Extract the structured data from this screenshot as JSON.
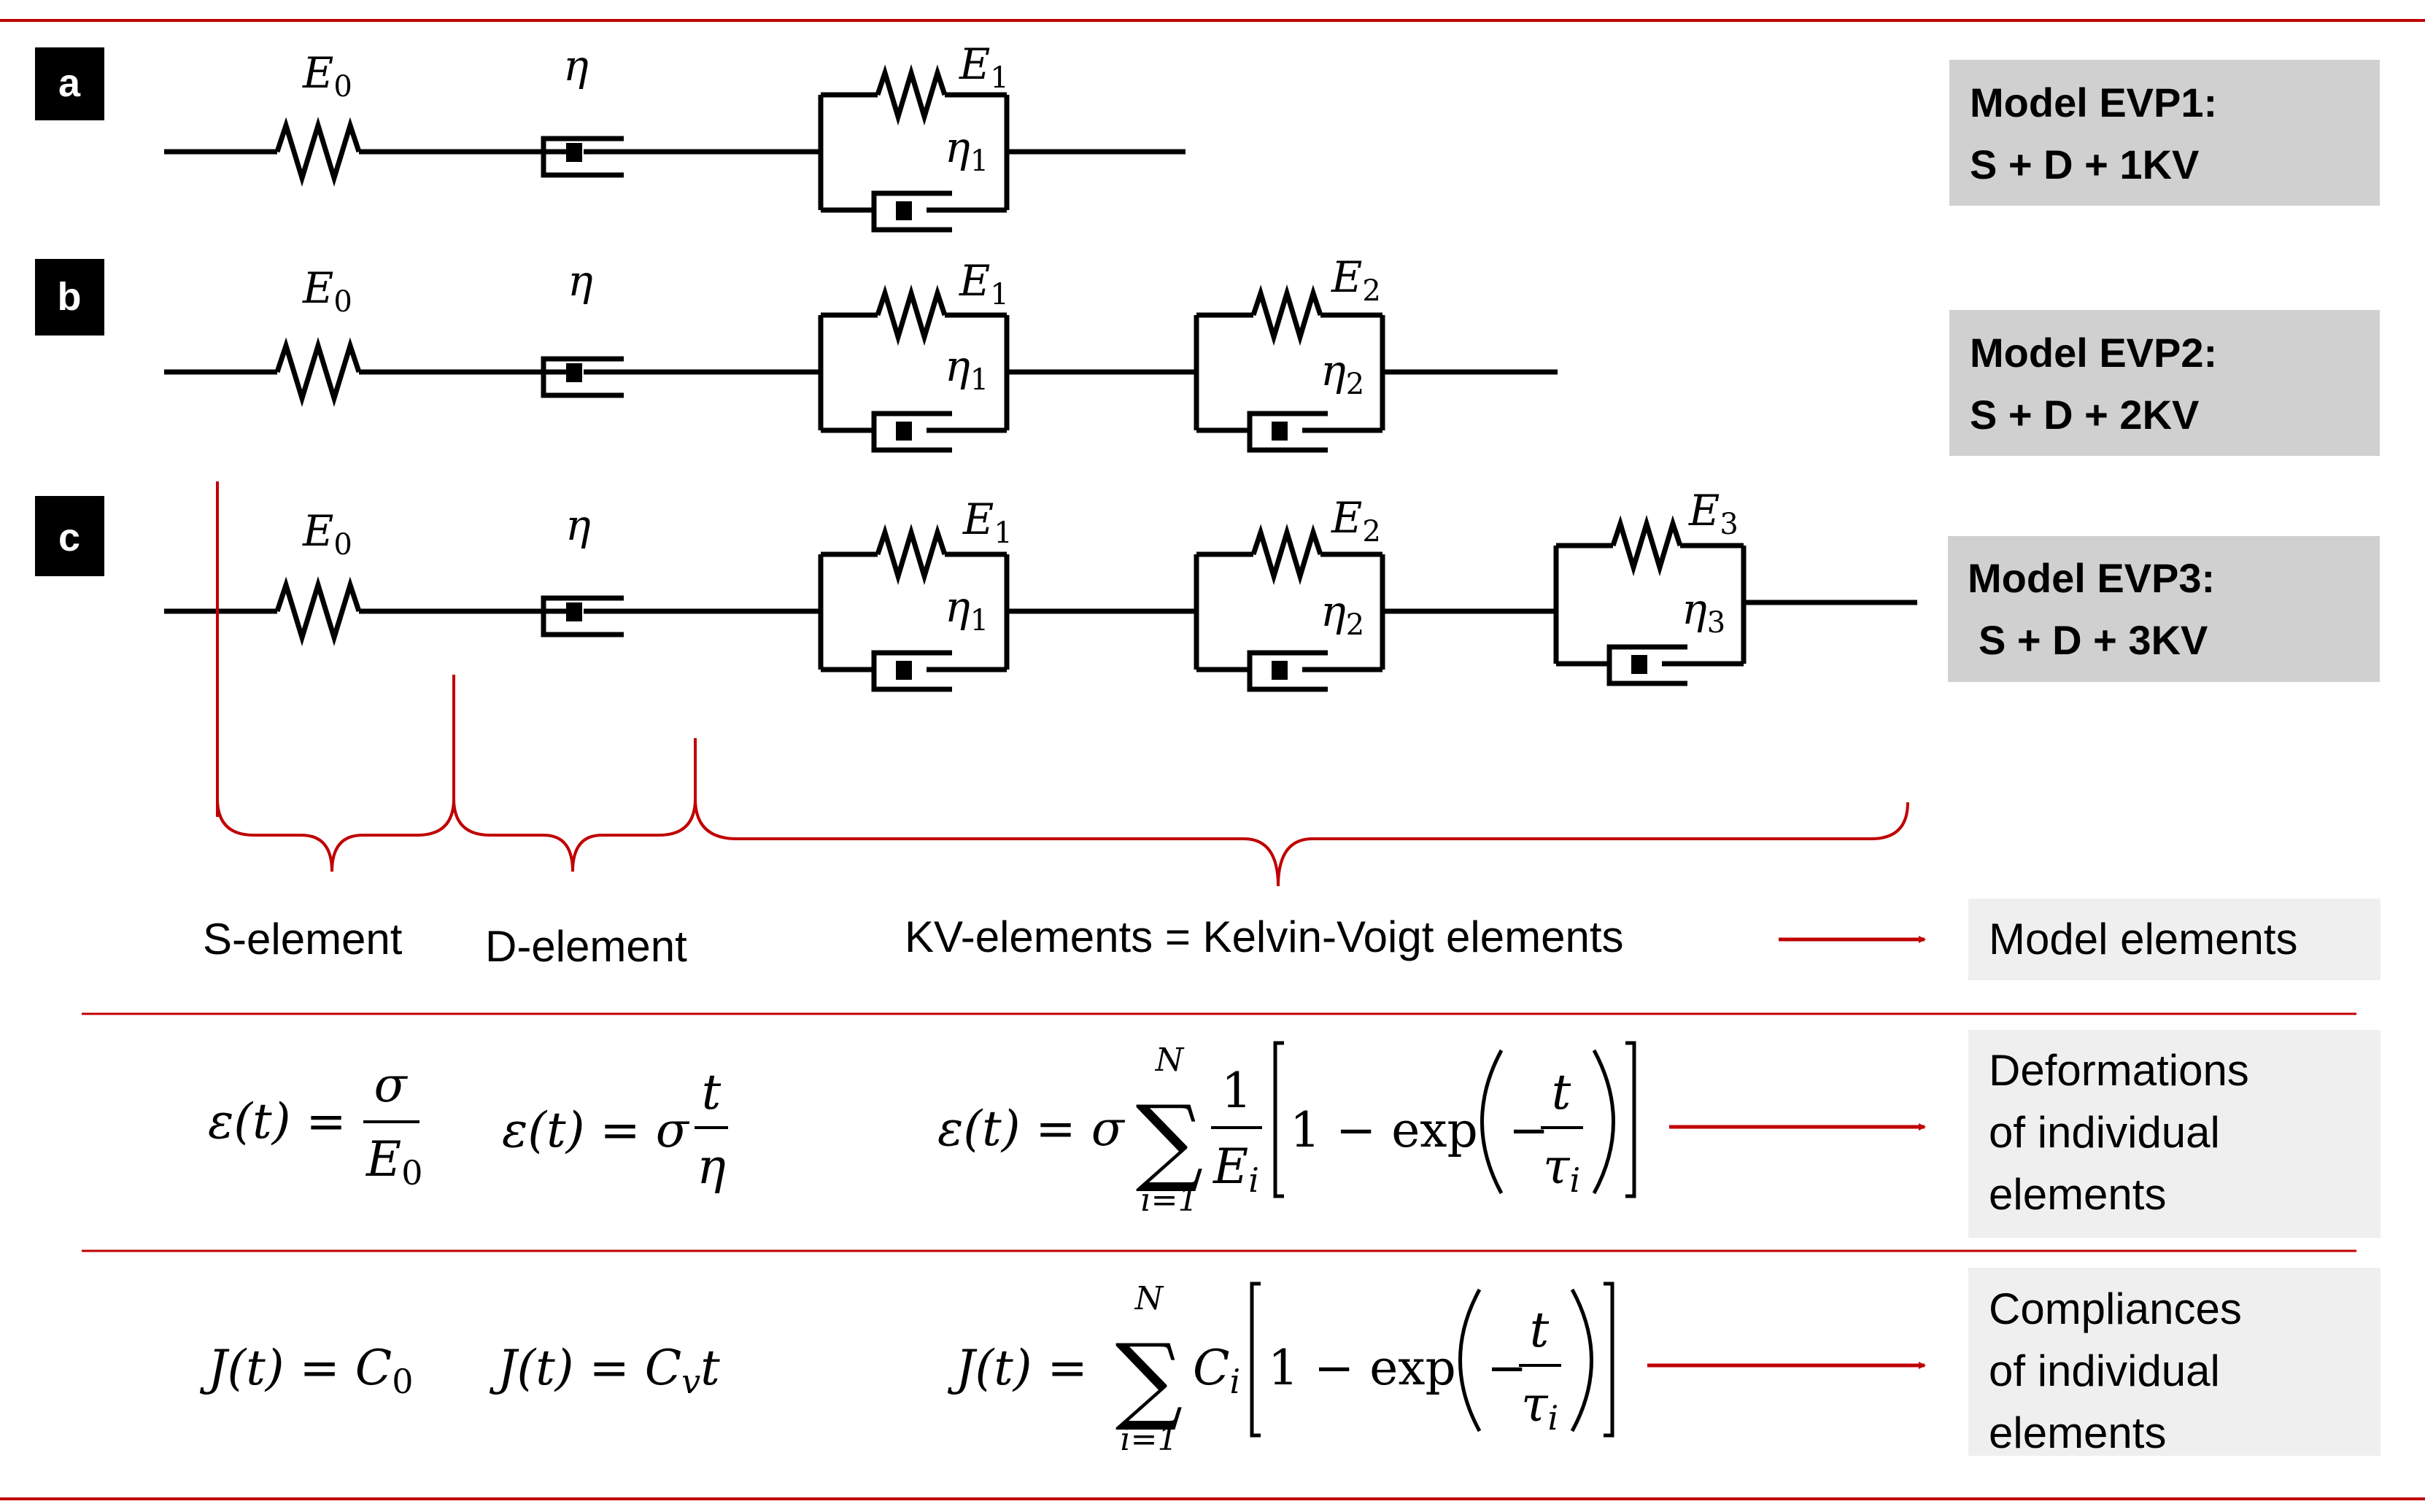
{
  "panels": [
    {
      "letter": "a",
      "model_line1": "Model EVP1:",
      "model_line2": "S + D + 1KV",
      "labels": {
        "E0": {
          "base": "E",
          "sub": "0"
        },
        "eta": "η",
        "kv": [
          {
            "E": {
              "base": "E",
              "sub": "1"
            },
            "eta": {
              "base": "η",
              "sub": "1"
            }
          }
        ]
      }
    },
    {
      "letter": "b",
      "model_line1": "Model EVP2:",
      "model_line2": "S + D + 2KV",
      "labels": {
        "E0": {
          "base": "E",
          "sub": "0"
        },
        "eta": "η",
        "kv": [
          {
            "E": {
              "base": "E",
              "sub": "1"
            },
            "eta": {
              "base": "η",
              "sub": "1"
            }
          },
          {
            "E": {
              "base": "E",
              "sub": "2"
            },
            "eta": {
              "base": "η",
              "sub": "2"
            }
          }
        ]
      }
    },
    {
      "letter": "c",
      "model_line1": "Model EVP3:",
      "model_line2": "S + D + 3KV",
      "labels": {
        "E0": {
          "base": "E",
          "sub": "0"
        },
        "eta": "η",
        "kv": [
          {
            "E": {
              "base": "E",
              "sub": "1"
            },
            "eta": {
              "base": "η",
              "sub": "1"
            }
          },
          {
            "E": {
              "base": "E",
              "sub": "2"
            },
            "eta": {
              "base": "η",
              "sub": "2"
            }
          },
          {
            "E": {
              "base": "E",
              "sub": "3"
            },
            "eta": {
              "base": "η",
              "sub": "3"
            }
          }
        ]
      }
    }
  ],
  "elements": {
    "s_element": "S-element",
    "d_element": "D-element",
    "kv_elements": "KV-elements = Kelvin-Voigt elements",
    "row_label": "Model elements"
  },
  "deformations": {
    "row_label_lines": [
      "Deformations",
      "of individual",
      "elements"
    ],
    "s": {
      "lhs": "ε(t) =",
      "num": "σ",
      "den_base": "E",
      "den_sub": "0"
    },
    "d": {
      "lhs": "ε(t) = σ",
      "num": "t",
      "den": "η"
    },
    "kv": {
      "lhs": "ε(t) = σ",
      "sum_top": "N",
      "sum_bottom": "i=1",
      "sum_sign": "∑",
      "frac_num": "1",
      "frac_den_base": "E",
      "frac_den_sub": "i",
      "inner_left": "1 − exp",
      "minus": "−",
      "t": "t",
      "tau": "τ",
      "tau_sub": "i"
    }
  },
  "compliances": {
    "row_label_lines": [
      "Compliances",
      "of individual",
      "elements"
    ],
    "s": {
      "text": "J(t) = C",
      "sub": "0"
    },
    "d": {
      "text": "J(t) = C",
      "sub": "v",
      "tail": "t"
    },
    "kv": {
      "lhs": "J(t) =",
      "sum_top": "N",
      "sum_bottom": "i=1",
      "sum_sign": "∑",
      "coef": "C",
      "coef_sub": "i",
      "inner_left": "1 − exp",
      "minus": "−",
      "t": "t",
      "tau": "τ",
      "tau_sub": "i"
    }
  },
  "colors": {
    "accent_red": "#c00000",
    "box_gray": "#d0d0d0",
    "box_light": "#efefef",
    "wire": "#000000"
  }
}
